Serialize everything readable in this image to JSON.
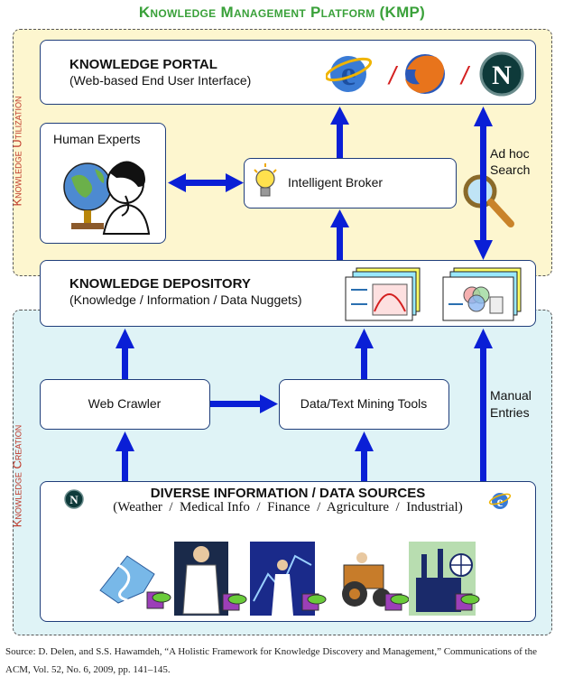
{
  "title": "Knowledge Management Platform (KMP)",
  "regions": {
    "utilization": "Knowledge Utilization",
    "creation": "Knowledge Creation"
  },
  "portal": {
    "title": "KNOWLEDGE PORTAL",
    "subtitle": "(Web-based End User Interface)",
    "separator": "/"
  },
  "human_experts": "Human Experts",
  "broker": "Intelligent Broker",
  "ad_hoc_search": [
    "Ad hoc",
    "Search"
  ],
  "depository": {
    "title": "KNOWLEDGE DEPOSITORY",
    "subtitle": "(Knowledge / Information / Data Nuggets)"
  },
  "web_crawler": "Web Crawler",
  "mining_tools": "Data/Text Mining Tools",
  "manual_entries": [
    "Manual",
    "Entries"
  ],
  "sources": {
    "title": "DIVERSE INFORMATION / DATA SOURCES",
    "subtitle": "(Weather  /  Medical Info  /  Finance  /  Agriculture  /  Industrial)"
  },
  "source_note": "Source: D. Delen, and S.S. Hawamdeh, “A Holistic Framework for Knowledge Discovery and Management,” Communications of the ACM, Vol. 52, No. 6, 2009, pp. 141–145.",
  "colors": {
    "arrow": "#0a1fd6",
    "title": "#3aa13a",
    "side_label": "#c0392b",
    "box_border": "#1f3d7a"
  }
}
